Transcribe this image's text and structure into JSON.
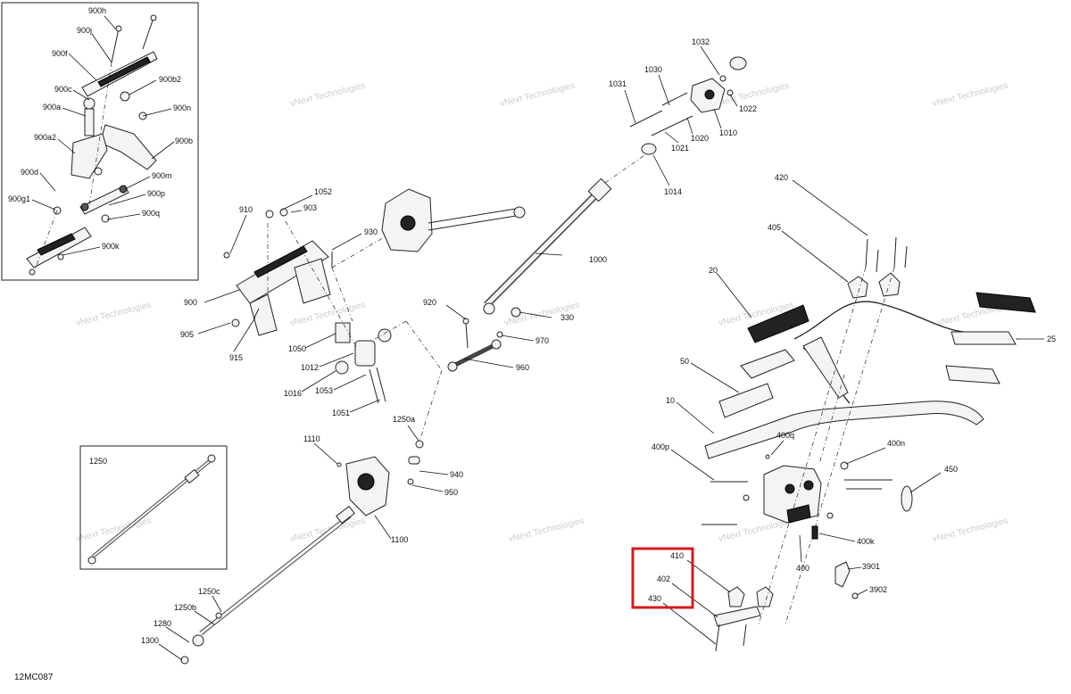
{
  "diagram": {
    "code": "12MC087",
    "watermark": "vNext Technologies",
    "highlight_color": "#d71920",
    "inset_title": "1250",
    "labels": {
      "900h": "900h",
      "900j": "900j",
      "900f": "900f",
      "900c": "900c",
      "900b2": "900b2",
      "900a": "900a",
      "900n": "900n",
      "900a2": "900a2",
      "900b": "900b",
      "900d": "900d",
      "900m": "900m",
      "900p": "900p",
      "900g1": "900g1",
      "900q": "900q",
      "900k": "900k",
      "910": "910",
      "1052": "1052",
      "903": "903",
      "930": "930",
      "900": "900",
      "905": "905",
      "915": "915",
      "1050": "1050",
      "1012": "1012",
      "1016": "1016",
      "1053": "1053",
      "1051": "1051",
      "920": "920",
      "330": "330",
      "970": "970",
      "960": "960",
      "1000": "1000",
      "1031": "1031",
      "1030": "1030",
      "1032": "1032",
      "1022": "1022",
      "1010": "1010",
      "1020": "1020",
      "1021": "1021",
      "1014": "1014",
      "1110": "1110",
      "1250a": "1250a",
      "940": "940",
      "950": "950",
      "1100": "1100",
      "1250c": "1250c",
      "1250b": "1250b",
      "1280": "1280",
      "1300": "1300",
      "420": "420",
      "405": "405",
      "20": "20",
      "25": "25",
      "50": "50",
      "10": "10",
      "400p": "400p",
      "400q": "400q",
      "400n": "400n",
      "450": "450",
      "400k": "400k",
      "400": "400",
      "3901": "3901",
      "3902": "3902",
      "410": "410",
      "402": "402",
      "430": "430"
    }
  }
}
